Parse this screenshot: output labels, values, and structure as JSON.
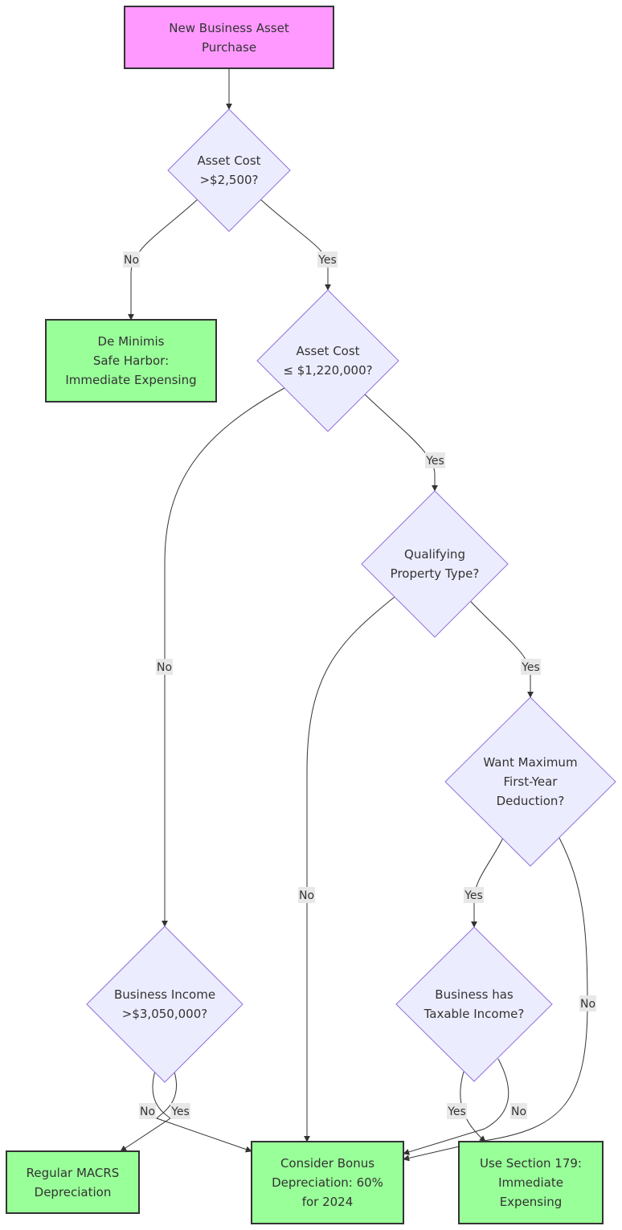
{
  "nodes": {
    "start": [
      "New Business Asset",
      "Purchase"
    ],
    "cost_2500": [
      "Asset Cost",
      ">$2,500?"
    ],
    "de_minimis": [
      "De Minimis",
      "Safe Harbor:",
      "Immediate Expensing"
    ],
    "cost_1220000": [
      "Asset Cost",
      "≤ $1,220,000?"
    ],
    "qualifying": [
      "Qualifying",
      "Property Type?"
    ],
    "want_max": [
      "Want Maximum",
      "First-Year",
      "Deduction?"
    ],
    "income_3050000": [
      "Business Income",
      ">$3,050,000?"
    ],
    "taxable_income": [
      "Business has",
      "Taxable Income?"
    ],
    "macrs": [
      "Regular MACRS",
      "Depreciation"
    ],
    "bonus": [
      "Consider Bonus",
      "Depreciation: 60%",
      "for 2024"
    ],
    "section179": [
      "Use Section 179:",
      "Immediate",
      "Expensing"
    ]
  },
  "edges": {
    "cost_2500_no": "No",
    "cost_2500_yes": "Yes",
    "cost_1220000_no": "No",
    "cost_1220000_yes": "Yes",
    "qualifying_no": "No",
    "qualifying_yes": "Yes",
    "want_max_yes": "Yes",
    "want_max_no": "No",
    "income_no": "No",
    "income_yes": "Yes",
    "taxable_yes": "Yes",
    "taxable_no": "No"
  },
  "colors": {
    "start_fill": "#FF99FF",
    "decision_fill": "#ECECFF",
    "decision_stroke": "#9370DB",
    "outcome_fill": "#99FF99",
    "line": "#333333"
  }
}
